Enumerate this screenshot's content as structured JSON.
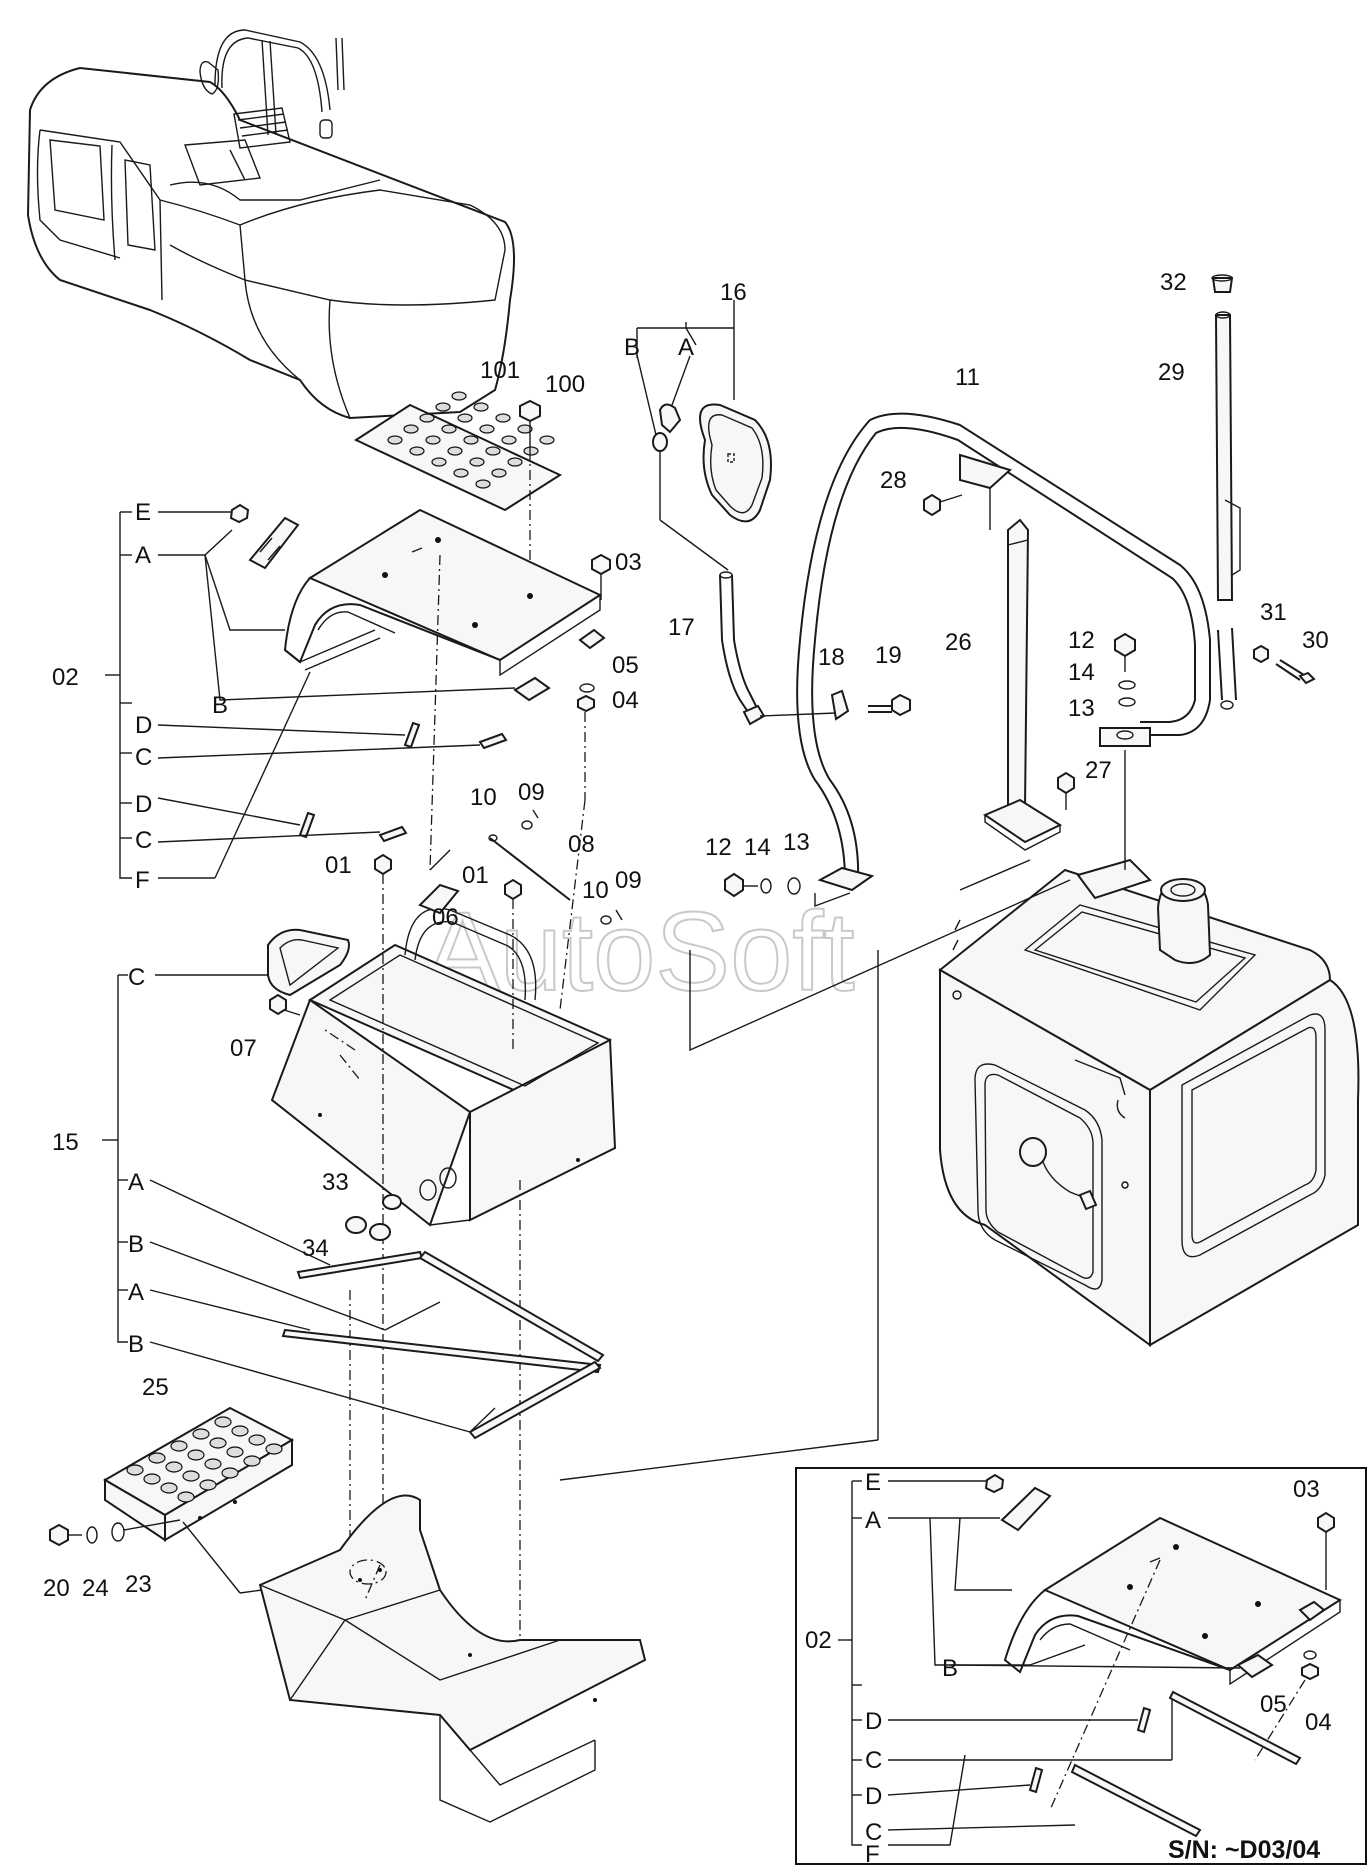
{
  "watermark": "AutoSoft",
  "serial_note": "S/N: ~D03/04",
  "labels": {
    "p01a": "01",
    "p01b": "01",
    "p02": "02",
    "p03": "03",
    "p04": "04",
    "p05": "05",
    "p06": "06",
    "p07": "07",
    "p08": "08",
    "p09a": "09",
    "p09b": "09",
    "p10a": "10",
    "p10b": "10",
    "p11": "11",
    "p12a": "12",
    "p12b": "12",
    "p13a": "13",
    "p13b": "13",
    "p14a": "14",
    "p14b": "14",
    "p15": "15",
    "p16": "16",
    "p17": "17",
    "p18": "18",
    "p19": "19",
    "p20": "20",
    "p23": "23",
    "p24": "24",
    "p25": "25",
    "p26": "26",
    "p27": "27",
    "p28": "28",
    "p29": "29",
    "p30": "30",
    "p31": "31",
    "p32": "32",
    "p33": "33",
    "p34": "34",
    "p100": "100",
    "p101": "101"
  },
  "group02": [
    "E",
    "A",
    "B",
    "D",
    "C",
    "D",
    "C",
    "F"
  ],
  "group15": [
    "C",
    "A",
    "B",
    "A",
    "B"
  ],
  "group16": [
    "B",
    "A"
  ],
  "inset": {
    "group02": [
      "E",
      "A",
      "B",
      "D",
      "C",
      "D",
      "C",
      "F"
    ],
    "p02": "02",
    "p03": "03",
    "p04": "04",
    "p05": "05"
  }
}
